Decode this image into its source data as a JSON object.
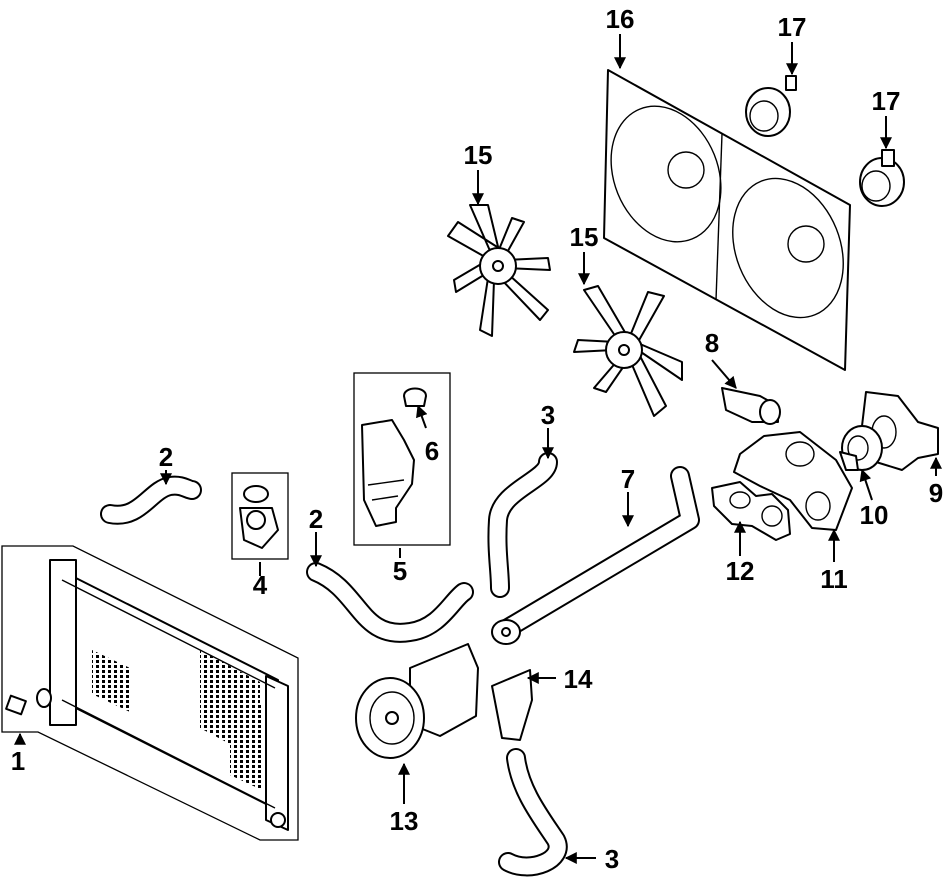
{
  "callouts": {
    "c1": "1",
    "c2a": "2",
    "c2b": "2",
    "c3a": "3",
    "c3b": "3",
    "c4": "4",
    "c5": "5",
    "c6": "6",
    "c7": "7",
    "c8": "8",
    "c9": "9",
    "c10": "10",
    "c11": "11",
    "c12": "12",
    "c13": "13",
    "c14": "14",
    "c15a": "15",
    "c15b": "15",
    "c16": "16",
    "c17a": "17",
    "c17b": "17"
  }
}
